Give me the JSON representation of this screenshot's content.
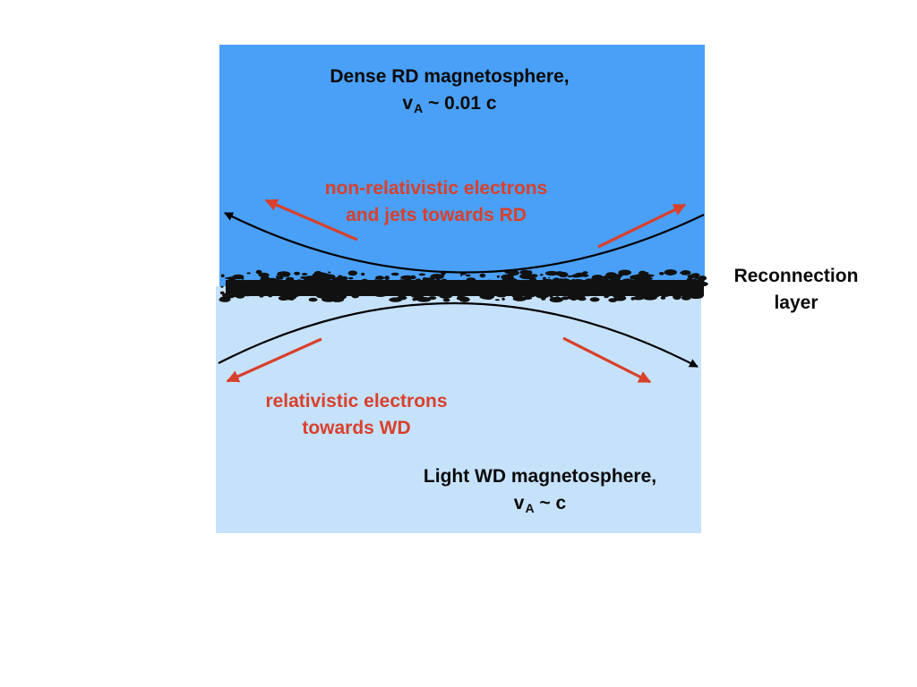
{
  "colors": {
    "dense_region": "#4aa0f7",
    "light_region": "#c6e2fb",
    "field_line": "#000000",
    "particle_arrow": "#d9402c",
    "reconnection_layer": "#111111"
  },
  "upper_region": {
    "title_line1": "Dense RD magnetosphere,",
    "alfven_symbol": "v",
    "alfven_subscript": "A",
    "alfven_value": " ~ 0.01 c"
  },
  "lower_region": {
    "title_line1": "Light WD magnetosphere,",
    "alfven_symbol": "v",
    "alfven_subscript": "A",
    "alfven_value": " ~ c"
  },
  "upper_flow": {
    "line1": "non-relativistic electrons",
    "line2": "and jets towards RD"
  },
  "lower_flow": {
    "line1": "relativistic electrons",
    "line2": "towards WD"
  },
  "layer_label": {
    "line1": "Reconnection",
    "line2": "layer"
  }
}
